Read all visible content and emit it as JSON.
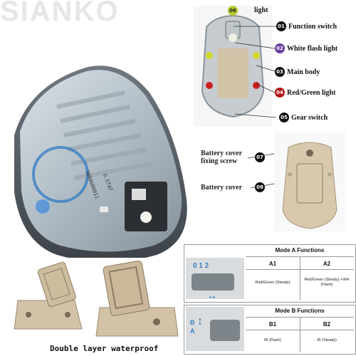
{
  "brand": "SIANKO",
  "callouts": {
    "c06": {
      "num": "06",
      "text": "light"
    },
    "c01": {
      "num": "01",
      "text": "Function switch"
    },
    "c02": {
      "num": "02",
      "text": "White flash light"
    },
    "c03": {
      "num": "03",
      "text": "Main body"
    },
    "c04": {
      "num": "04",
      "text": "Red/Green light"
    },
    "c05": {
      "num": "05",
      "text": "Gear switch"
    },
    "c07": {
      "num": "07",
      "text": "Battery cover fixing screw"
    },
    "c08": {
      "num": "08",
      "text": "Battery cover"
    }
  },
  "mode_a": {
    "title": "Mode A Functions",
    "switch_digits": "0 1 2",
    "cols": [
      {
        "head": "A1",
        "desc": "Red/Green (Steady)"
      },
      {
        "head": "A2",
        "desc": "Red/Green (Steady) +WH (Flash)"
      }
    ]
  },
  "mode_b": {
    "title": "Mode B Functions",
    "switch_letters": "B A",
    "cols": [
      {
        "head": "B1",
        "desc": "IR (Flash)"
      },
      {
        "head": "B2",
        "desc": "IR (Steady)"
      }
    ]
  },
  "caption": "Double layer waterproof",
  "colors": {
    "accent_blue": "#3a7fc4",
    "tan": "#c9b79a",
    "callout_06": "#b8c832",
    "callout_02": "#6a3fa0",
    "callout_04": "#b01818"
  }
}
